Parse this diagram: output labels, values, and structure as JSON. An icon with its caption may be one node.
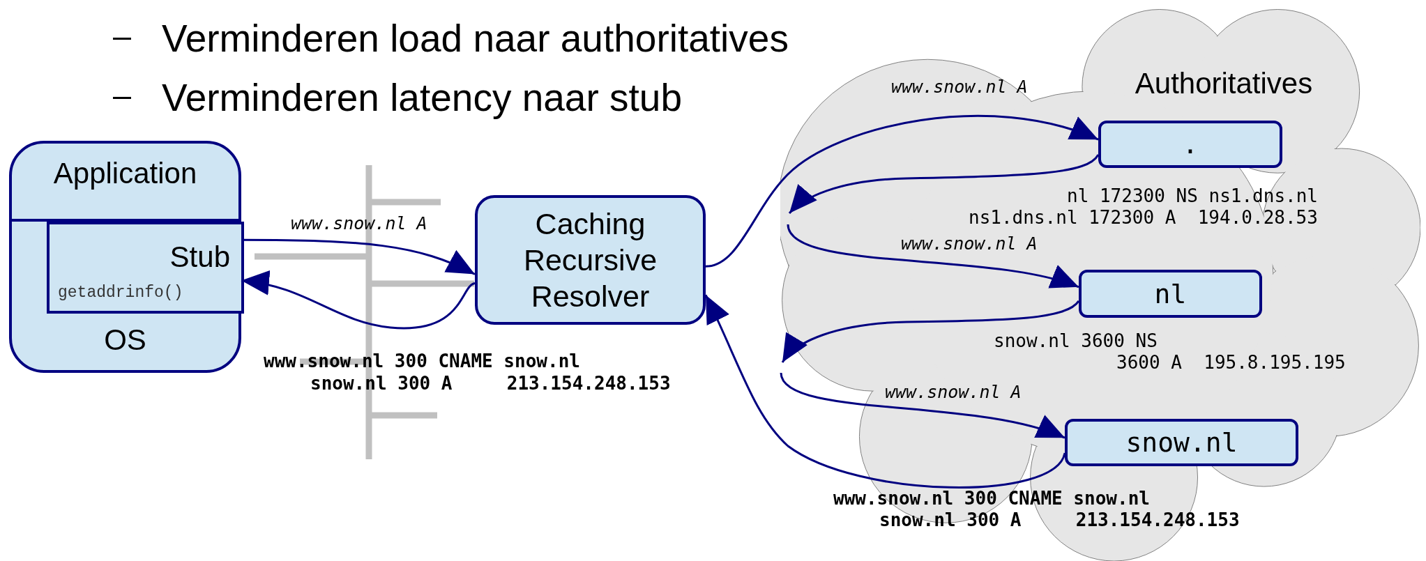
{
  "diagram": {
    "nodes": [
      {
        "text": [
          "Application",
          "OS"
        ]
      },
      {
        "text": [
          "Stub",
          "getaddrinfo()"
        ],
        "in": 0
      },
      {
        "text": [
          "Caching Recursive Resolver"
        ]
      },
      {
        "text": [
          "Authoritatives"
        ]
      },
      {
        "text": [
          "."
        ],
        "in": 3,
        "beside": [
          "nl 172300 NS ns1.dns.nl",
          "ns1.dns.nl 172300 A  194.0.28.53"
        ]
      },
      {
        "text": [
          "nl"
        ],
        "in": 3,
        "beside": [
          "snow.nl 3600 NS",
          "3600 A  195.8.195.195"
        ]
      },
      {
        "text": [
          "snow.nl"
        ],
        "in": 3
      }
    ],
    "edges": [
      {
        "from": 1,
        "to": 2,
        "arrow": "to",
        "label": "www.snow.nl A"
      },
      {
        "from": 2,
        "to": 1,
        "arrow": "to"
      },
      {
        "from": 2,
        "to": 4,
        "arrow": "to",
        "label": "www.snow.nl A"
      },
      {
        "from": 4,
        "to": null,
        "arrow": "to"
      },
      {
        "from": null,
        "to": 5,
        "arrow": "to",
        "label": "www.snow.nl A"
      },
      {
        "from": 5,
        "to": null,
        "arrow": "to"
      },
      {
        "from": null,
        "to": 6,
        "arrow": "to",
        "label": "www.snow.nl A"
      },
      {
        "from": 6,
        "to": 2,
        "arrow": "to"
      }
    ],
    "labels": [
      "Verminderen load naar authoritatives",
      "Verminderen latency naar stub",
      "www.snow.nl 300 CNAME snow.nl",
      "snow.nl 300 A     213.154.248.153",
      "www.snow.nl 300 CNAME snow.nl",
      "snow.nl 300 A     213.154.248.153"
    ]
  }
}
